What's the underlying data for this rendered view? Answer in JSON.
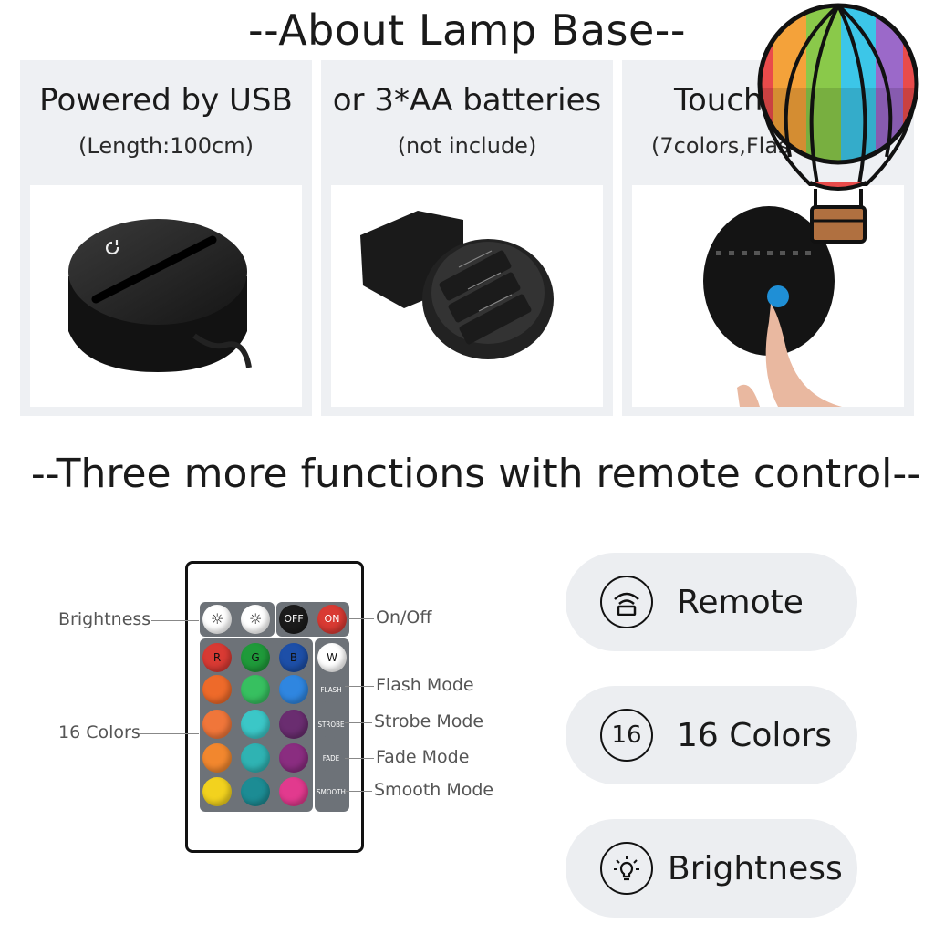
{
  "section1_title": "--About Lamp Base--",
  "panels": [
    {
      "title": "Powered by USB",
      "subtitle": "(Length:100cm)"
    },
    {
      "title": "or 3*AA batteries",
      "subtitle": "(not include)"
    },
    {
      "title": "Touch",
      "subtitle": "(7colors,Flas"
    }
  ],
  "lamp_icon": "power-icon",
  "section2_title": "--Three more functions with remote control--",
  "remote": {
    "brightness_label": "Brightness",
    "onoff_label": "On/Off",
    "colors_label": "16 Colors",
    "flash_label": "Flash Mode",
    "strobe_label": "Strobe Mode",
    "fade_label": "Fade Mode",
    "smooth_label": "Smooth Mode",
    "keys": {
      "off": "OFF",
      "on": "ON",
      "r": "R",
      "g": "G",
      "b": "B",
      "w": "W",
      "flash": "FLASH",
      "strobe": "STROBE",
      "fade": "FADE",
      "smooth": "SMOOTH"
    }
  },
  "features": [
    {
      "icon": "remote-icon",
      "label": "Remote"
    },
    {
      "icon": "number-16-icon",
      "icon_text": "16",
      "label": "16 Colors"
    },
    {
      "icon": "bulb-icon",
      "label": "Brightness"
    }
  ],
  "colors": {
    "panel_bg": "#eef0f3",
    "pill_bg": "#eceef1",
    "on_red": "#d93a33",
    "touch_blue": "#1f8fd6"
  }
}
